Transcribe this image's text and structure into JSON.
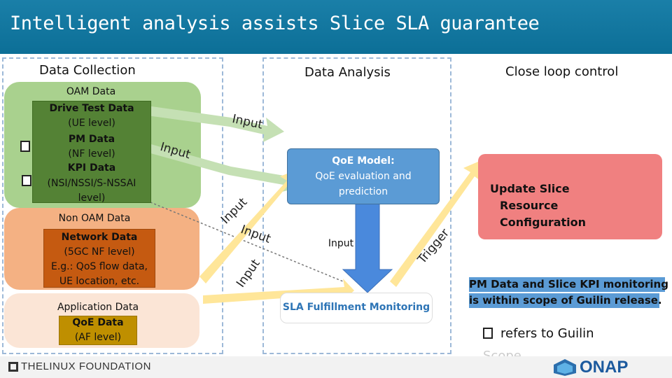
{
  "title": "Intelligent analysis assists Slice SLA guarantee",
  "sections": {
    "data_collection": "Data Collection",
    "data_analysis": "Data Analysis",
    "close_loop": "Close loop control"
  },
  "oam": {
    "heading": "OAM Data",
    "drive_test_title": "Drive Test Data",
    "drive_test_sub": "(UE level)",
    "pm_title": "PM Data",
    "pm_sub": "(NF level)",
    "kpi_title": "KPI Data",
    "kpi_sub1": "(NSI/NSSI/S-NSSAI",
    "kpi_sub2": "level)"
  },
  "non_oam": {
    "heading": "Non OAM Data",
    "network_title": "Network Data",
    "network_sub1": "(5GC NF level)",
    "network_sub2": "E.g.: QoS flow data,",
    "network_sub3": "UE location, etc."
  },
  "application": {
    "heading": "Application Data",
    "qoe_title": "QoE Data",
    "qoe_sub": "(AF level)"
  },
  "qoe_model": {
    "line1": "QoE Model:",
    "line2": "QoE evaluation and",
    "line3": "prediction"
  },
  "sla_label": "SLA Fulfillment Monitoring",
  "update_box": {
    "line1": "Update Slice",
    "line2": "Resource",
    "line3": "Configuration"
  },
  "arrow_labels": {
    "input": "Input",
    "trigger": "Trigger"
  },
  "note_pm_kpi": {
    "line1": "PM Data and Slice KPI monitoring",
    "line2": "is within scope of Guilin release."
  },
  "note_refers": {
    "line1": "refers to Guilin",
    "line2": "Scope"
  },
  "footer": {
    "linux_logo": "THELINUX FOUNDATION",
    "onap_logo": "ONAP"
  },
  "colors": {
    "title_bar": "#1179a4",
    "green_region": "#a9d18e",
    "green_box": "#548235",
    "orange_region": "#f4b183",
    "orange_box": "#c55a11",
    "tan_region": "#fbe5d6",
    "tan_box": "#bf8f00",
    "blue_box": "#5b9bd5",
    "red_box": "#f08080",
    "green_arrow": "#c5e0b4",
    "yellow_arrow": "#ffe699",
    "blue_arrow": "#4a89dc"
  }
}
